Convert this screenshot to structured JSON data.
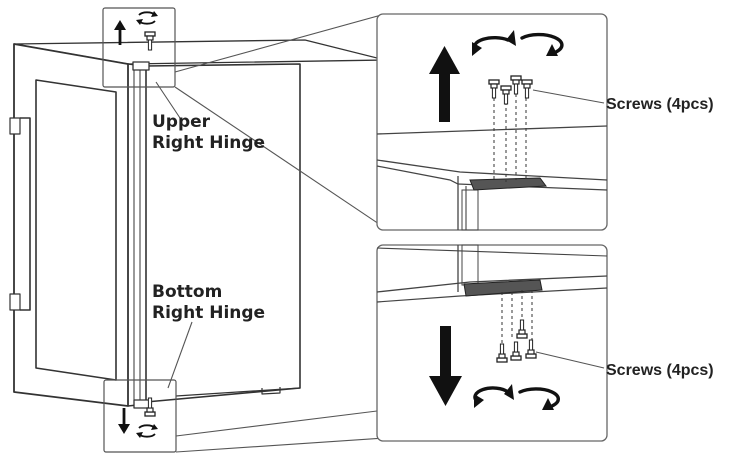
{
  "labels": {
    "upper_hinge_line1": "Upper",
    "upper_hinge_line2": "Right Hinge",
    "bottom_hinge_line1": "Bottom",
    "bottom_hinge_line2": "Right Hinge",
    "screws_top": "Screws (4pcs)",
    "screws_bottom": "Screws (4pcs)"
  },
  "colors": {
    "line": "#222222",
    "arrow": "#111111",
    "panel_border": "#555555",
    "background": "#ffffff"
  },
  "icons": {
    "rotate": "rotate-arrows-icon",
    "up": "arrow-up-icon",
    "down": "arrow-down-icon",
    "screw": "screw-icon"
  }
}
